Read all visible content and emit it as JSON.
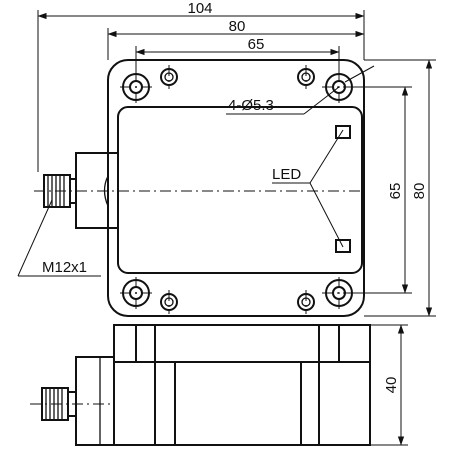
{
  "dimensions": {
    "overall_width": "104",
    "flange_width": "80",
    "hole_spacing_x": "65",
    "hole_spacing_y": "65",
    "flange_height": "80",
    "side_height": "40"
  },
  "callouts": {
    "holes": "4-Ø5.3",
    "led": "LED",
    "connector": "M12x1"
  }
}
